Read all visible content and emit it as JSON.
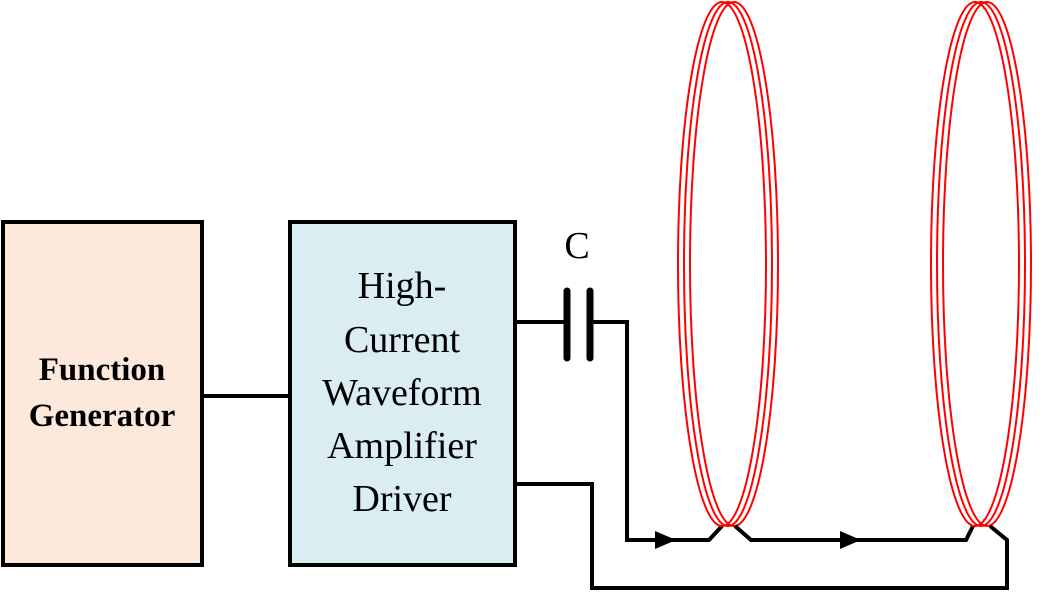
{
  "diagram": {
    "blocks": [
      {
        "id": "function-generator",
        "lines": [
          "Function",
          "Generator"
        ],
        "fill": "#fce9dc",
        "bold": true
      },
      {
        "id": "amplifier-driver",
        "lines": [
          "High-",
          "Current",
          "Waveform",
          "Amplifier",
          "Driver"
        ],
        "fill": "#daedf3",
        "bold": false
      }
    ],
    "capacitor": {
      "label": "C"
    },
    "coils": [
      {
        "id": "coil-1",
        "turns": 3,
        "color": "#ff0000"
      },
      {
        "id": "coil-2",
        "turns": 3,
        "color": "#ff0000"
      }
    ],
    "current_arrows": 2,
    "wire_color": "#000000"
  }
}
